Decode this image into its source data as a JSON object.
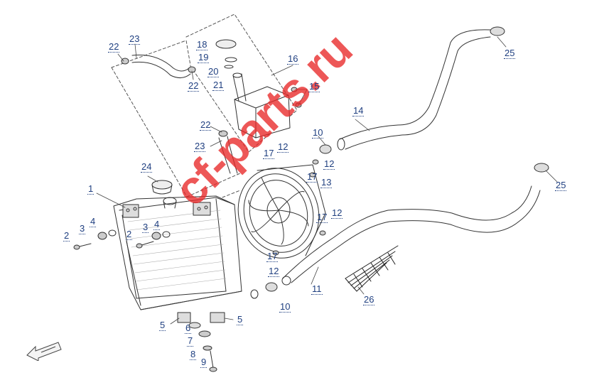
{
  "watermark": "cf-parts.ru",
  "colors": {
    "callout": "#1f3f80",
    "line": "#333333",
    "watermark": "#e82828",
    "hatch": "#999999"
  },
  "callouts": {
    "c1": "1",
    "c2a": "2",
    "c2b": "2",
    "c3a": "3",
    "c3b": "3",
    "c4a": "4",
    "c4b": "4",
    "c5a": "5",
    "c5b": "5",
    "c6": "6",
    "c7": "7",
    "c8": "8",
    "c9": "9",
    "c10a": "10",
    "c10b": "10",
    "c11": "11",
    "c12a": "12",
    "c12b": "12",
    "c12c": "12",
    "c12d": "12",
    "c13": "13",
    "c14": "14",
    "c15": "15",
    "c16": "16",
    "c17a": "17",
    "c17b": "17",
    "c17c": "17",
    "c17d": "17",
    "c18": "18",
    "c19": "19",
    "c20": "20",
    "c21": "21",
    "c22a": "22",
    "c22b": "22",
    "c22c": "22",
    "c23a": "23",
    "c23b": "23",
    "c24": "24",
    "c25a": "25",
    "c25b": "25",
    "c26": "26"
  }
}
